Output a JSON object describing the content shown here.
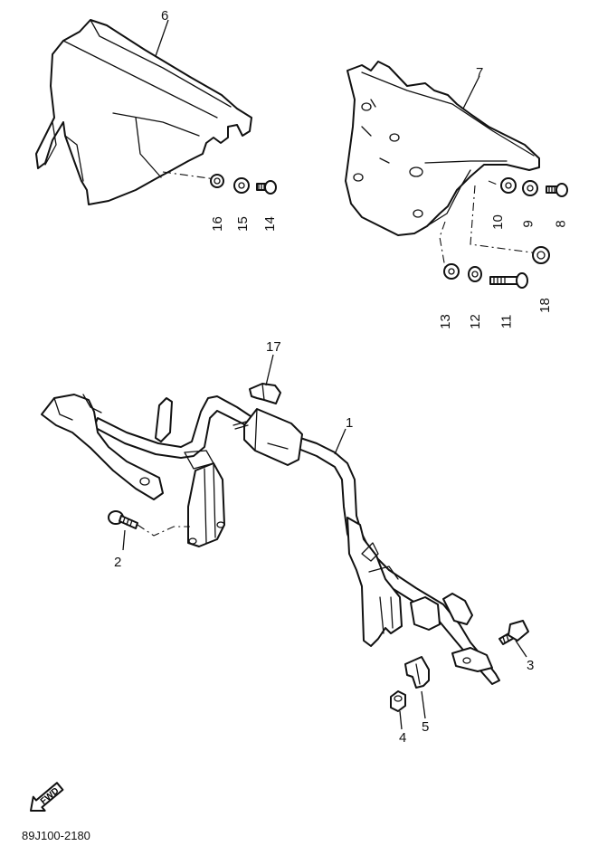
{
  "parts": [
    {
      "id": "1",
      "label": "1"
    },
    {
      "id": "2",
      "label": "2"
    },
    {
      "id": "3",
      "label": "3"
    },
    {
      "id": "4",
      "label": "4"
    },
    {
      "id": "5",
      "label": "5"
    },
    {
      "id": "6",
      "label": "6"
    },
    {
      "id": "7",
      "label": "7"
    },
    {
      "id": "8",
      "label": "8"
    },
    {
      "id": "9",
      "label": "9"
    },
    {
      "id": "10",
      "label": "10"
    },
    {
      "id": "11",
      "label": "11"
    },
    {
      "id": "12",
      "label": "12"
    },
    {
      "id": "13",
      "label": "13"
    },
    {
      "id": "14",
      "label": "14"
    },
    {
      "id": "15",
      "label": "15"
    },
    {
      "id": "16",
      "label": "16"
    },
    {
      "id": "17",
      "label": "17"
    },
    {
      "id": "18",
      "label": "18"
    }
  ],
  "forward_marker": "FWD",
  "diagram_code": "89J100-2180",
  "colors": {
    "ink": "#111111",
    "paper": "#ffffff"
  }
}
